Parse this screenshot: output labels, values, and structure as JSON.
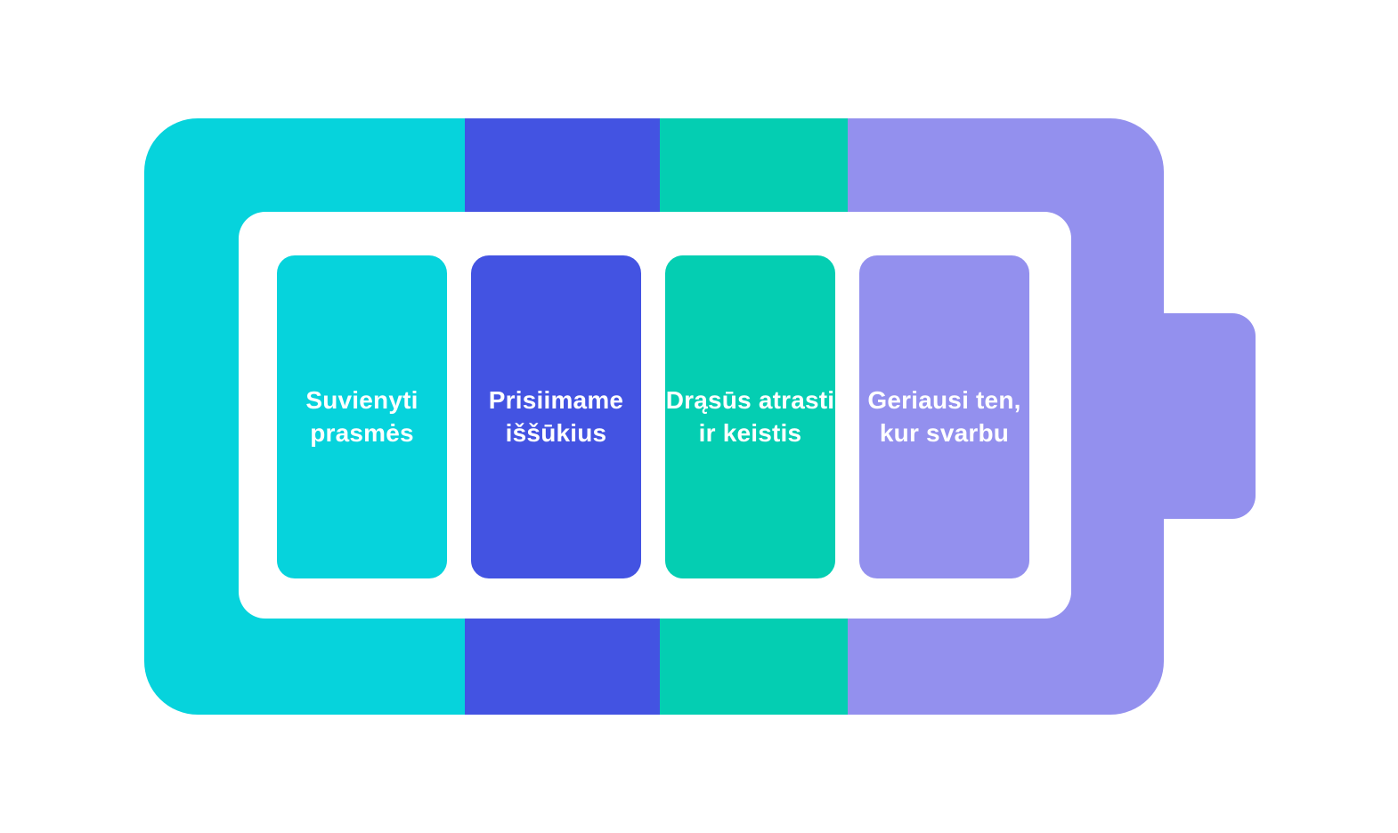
{
  "diagram": {
    "kind": "battery-infographic",
    "background": "#ffffff",
    "text_color": "#ffffff",
    "segments": [
      {
        "label": "Suvienyti\nprasmės",
        "color": "#06D3DC"
      },
      {
        "label": "Prisiimame\niššūkius",
        "color": "#4353E2"
      },
      {
        "label": "Drąsūs atrasti\nir keistis",
        "color": "#04CEB2"
      },
      {
        "label": "Geriausi ten,\nkur svarbu",
        "color": "#9390EE"
      }
    ]
  }
}
